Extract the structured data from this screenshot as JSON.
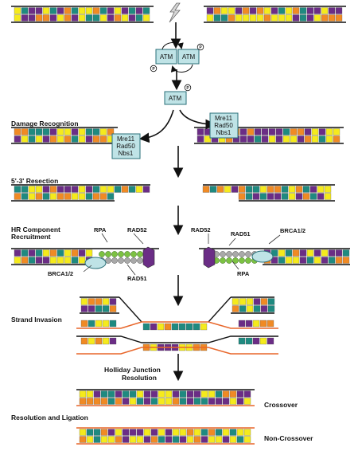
{
  "steps": {
    "damage_recognition": "Damage Recognition",
    "resection": "5'-3' Resection",
    "hr_recruitment_1": "HR Component",
    "hr_recruitment_2": "Recruitment",
    "strand_invasion": "Strand Invasion",
    "holliday_1": "Holliday Junction",
    "holliday_2": "Resolution",
    "resolution_ligation": "Resolution and Ligation"
  },
  "outcomes": {
    "crossover": "Crossover",
    "non_crossover": "Non-Crossover"
  },
  "kinase": {
    "name": "ATM",
    "phospho": "P"
  },
  "complex": {
    "line1": "Mre11",
    "line2": "Rad50",
    "line3": "Nbs1"
  },
  "proteins": {
    "rpa": "RPA",
    "rad52": "RAD52",
    "rad51": "RAD51",
    "brca": "BRCA1/2"
  },
  "colors": {
    "purple": "#6b2d86",
    "yellow": "#f5ea1c",
    "teal": "#1f8a80",
    "orange": "#f08a24",
    "orange_strand": "#e8662a",
    "green_bead": "#7cc242",
    "grey_bead": "#a9a9a9",
    "box_fill": "#bfe3e6"
  }
}
